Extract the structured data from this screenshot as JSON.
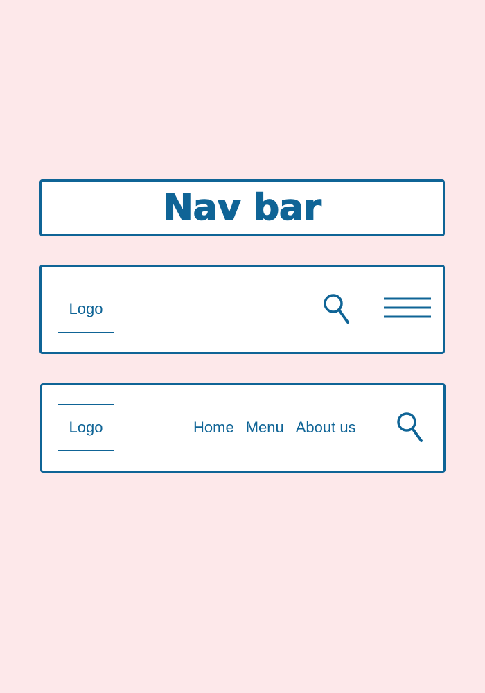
{
  "title": "Nav bar",
  "colors": {
    "background": "#fde8ea",
    "accent": "#0f6496",
    "surface": "#ffffff"
  },
  "nav_mobile": {
    "logo_label": "Logo",
    "icons": [
      "search-icon",
      "hamburger-menu-icon"
    ]
  },
  "nav_desktop": {
    "logo_label": "Logo",
    "links": [
      "Home",
      "Menu",
      "About us"
    ],
    "icons": [
      "search-icon"
    ]
  }
}
